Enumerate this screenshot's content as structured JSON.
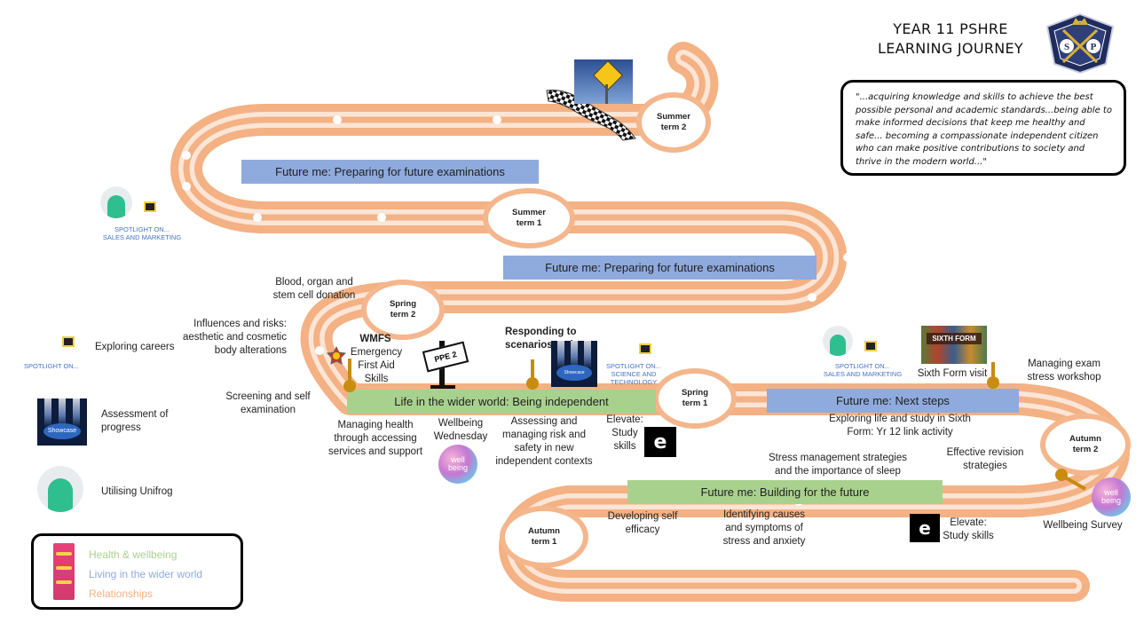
{
  "header": {
    "title_line1": "YEAR 11 PSHRE",
    "title_line2": "LEARNING JOURNEY",
    "crest_letters": [
      "S",
      "P"
    ]
  },
  "quote": "\"...acquiring knowledge and skills to achieve the best possible personal and academic standards...being able to make informed decisions that keep me healthy and safe... becoming a compassionate independent citizen who can make positive contributions to society and thrive in the modern world...\"",
  "terms": {
    "summer2": "Summer term 2",
    "summer1": "Summer term 1",
    "spring2": "Spring term 2",
    "spring1": "Spring term 1",
    "autumn2": "Autumn term 2",
    "autumn1": "Autumn term 1"
  },
  "banners": {
    "future_exams_top": "Future me: Preparing for future examinations",
    "future_exams_mid": "Future me: Preparing for future examinations",
    "wider_world": "Life in the wider world: Being independent",
    "next_steps": "Future me: Next steps",
    "building_future": "Future me: Building for the future"
  },
  "topics": {
    "blood_organ": "Blood, organ and stem cell donation",
    "influences": "Influences and risks: aesthetic and cosmetic body alterations",
    "screening": "Screening and self examination",
    "wmfs": "WMFS",
    "first_aid": "Emergency First Aid Skills",
    "responding": "Responding to scenarios task",
    "managing_health": "Managing health through accessing services and support",
    "wellbeing_wed": "Wellbeing Wednesday",
    "assessing_risk": "Assessing and managing risk and safety in new independent contexts",
    "elevate_study_1": "Elevate: Study skills",
    "sixth_form_visit": "Sixth Form visit",
    "exam_stress": "Managing exam stress workshop",
    "exploring_life": "Exploring life and study in Sixth Form: Yr 12 link activity",
    "stress_sleep": "Stress management strategies and the importance of sleep",
    "revision": "Effective revision strategies",
    "self_efficacy": "Developing self efficacy",
    "stress_causes": "Identifying causes and symptoms of stress and anxiety",
    "elevate_study_2": "Elevate: Study skills",
    "wellbeing_survey": "Wellbeing Survey"
  },
  "key": {
    "exploring_careers": "Exploring careers",
    "assessment": "Assessment of progress",
    "unifrog": "Utilising Unifrog"
  },
  "spotlights": {
    "careers": "SPOTLIGHT ON...",
    "sales1": "SPOTLIGHT ON...\nSALES AND MARKETING",
    "sales2": "SPOTLIGHT ON...\nSALES AND MARKETING",
    "science": "SPOTLIGHT ON...\nSCIENCE AND TECHNOLOGY"
  },
  "icons": {
    "showcase": "Showcase",
    "ppe": "PPE 2",
    "sixth_form_sign": "SIXTH FORM",
    "wellbeing": "well being",
    "elevate": "e"
  },
  "legend": {
    "health": "Health & wellbeing",
    "wider": "Living in the wider world",
    "relationships": "Relationships"
  },
  "colors": {
    "road": "#f4b183",
    "road_light": "#fbe5d6",
    "health": "#a9d18e",
    "wider": "#8faadc",
    "relationships": "#f4b183"
  }
}
